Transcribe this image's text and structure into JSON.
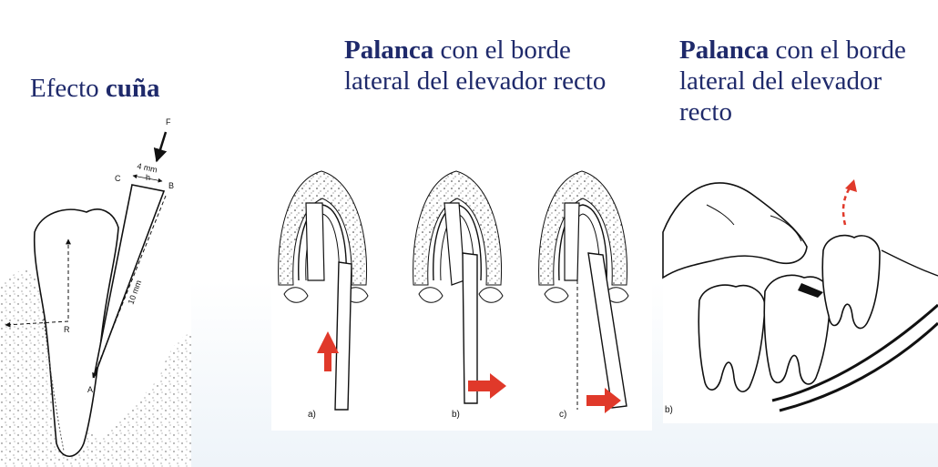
{
  "headings": {
    "left": {
      "normal": "Efecto ",
      "bold": "cuña"
    },
    "middle": {
      "bold": "Palanca",
      "normal": " con el borde lateral del elevador recto"
    },
    "right": {
      "bold": "Palanca",
      "normal": " con el borde lateral del elevador recto"
    }
  },
  "wedge_figure": {
    "force_label": "F",
    "point_c": "C",
    "point_b": "B",
    "point_h": "h",
    "point_a": "A",
    "point_r": "R",
    "width_label": "4 mm",
    "length_label": "10 mm"
  },
  "lever_panels": [
    {
      "label": "a)"
    },
    {
      "label": "b)"
    },
    {
      "label": "c)"
    }
  ],
  "rotation_panel": {
    "label": "b)"
  },
  "colors": {
    "heading": "#1f2a6b",
    "arrow": "#e0392a",
    "line": "#111111"
  }
}
